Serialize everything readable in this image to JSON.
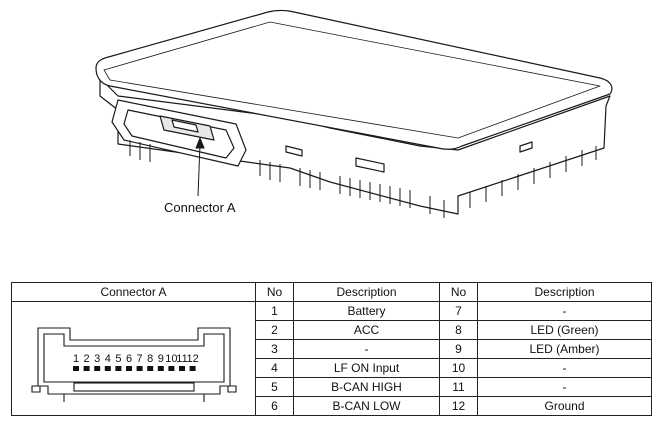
{
  "callout": {
    "label": "Connector A"
  },
  "table": {
    "headers": {
      "connector": "Connector A",
      "no_left": "No",
      "desc_left": "Description",
      "no_right": "No",
      "desc_right": "Description"
    },
    "rows": [
      {
        "no_left": "1",
        "desc_left": "Battery",
        "no_right": "7",
        "desc_right": "-"
      },
      {
        "no_left": "2",
        "desc_left": "ACC",
        "no_right": "8",
        "desc_right": "LED (Green)"
      },
      {
        "no_left": "3",
        "desc_left": "-",
        "no_right": "9",
        "desc_right": "LED (Amber)"
      },
      {
        "no_left": "4",
        "desc_left": "LF ON Input",
        "no_right": "10",
        "desc_right": "-"
      },
      {
        "no_left": "5",
        "desc_left": "B-CAN HIGH",
        "no_right": "11",
        "desc_right": "-"
      },
      {
        "no_left": "6",
        "desc_left": "B-CAN LOW",
        "no_right": "12",
        "desc_right": "Ground"
      }
    ]
  },
  "connector_pins": [
    "1",
    "2",
    "3",
    "4",
    "5",
    "6",
    "7",
    "8",
    "9",
    "10",
    "11",
    "12"
  ]
}
